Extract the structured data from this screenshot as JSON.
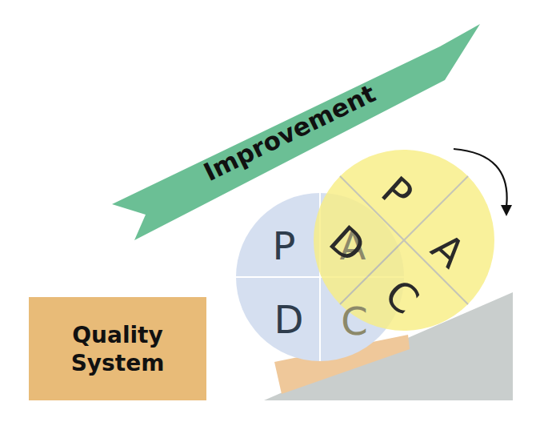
{
  "diagram": {
    "nodes": [
      {
        "text": [
          "Improvement"
        ]
      },
      {
        "text": [
          "P",
          "A",
          "D",
          "C"
        ]
      },
      {
        "text": [
          "P",
          "A",
          "C",
          "D"
        ]
      },
      {
        "text": [
          "Quality System"
        ]
      }
    ]
  }
}
